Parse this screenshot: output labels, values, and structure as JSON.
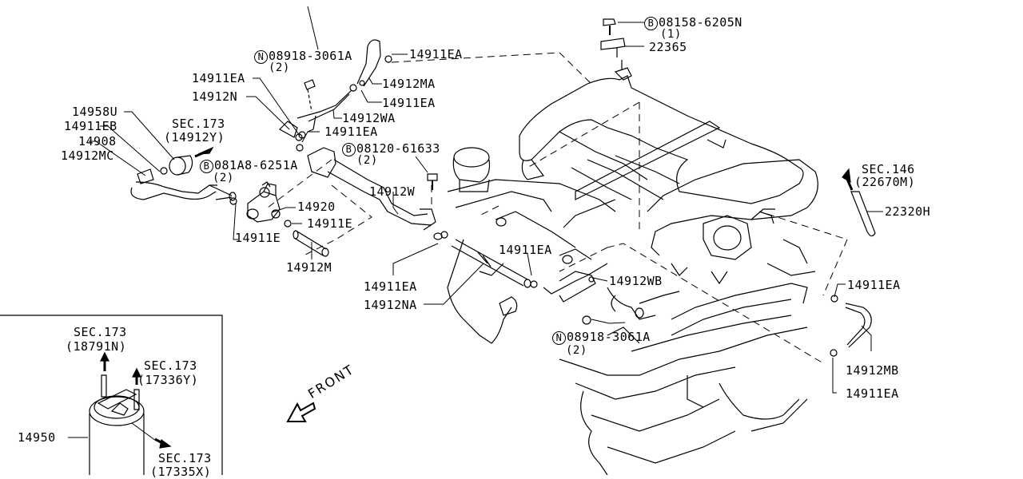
{
  "diagram": {
    "type": "exploded-parts-diagram",
    "subject": "Engine intake manifold vacuum / EVAP hose piping",
    "orientation_marker": "FRONT",
    "line_color": "#000000",
    "background": "#ffffff"
  },
  "labels": {
    "bolt_08158": {
      "prefix": "B",
      "part": "08158-6205N",
      "qty": "(1)"
    },
    "sensor_22365": {
      "part": "22365"
    },
    "nut_08918_top": {
      "prefix": "N",
      "part": "08918-3061A",
      "qty": "(2)"
    },
    "clamp_14911EA_top": {
      "part": "14911EA"
    },
    "hose_14912MA": {
      "part": "14912MA"
    },
    "clamp_14911EA_ma": {
      "part": "14911EA"
    },
    "tube_14912WA": {
      "part": "14912WA"
    },
    "clamp_14911EA_left_upper": {
      "part": "14911EA"
    },
    "hose_14912N": {
      "part": "14912N"
    },
    "clamp_14911EA_wa_low": {
      "part": "14911EA"
    },
    "bolt_08120": {
      "prefix": "B",
      "part": "08120-61633",
      "qty": "(2)"
    },
    "part_14958U": {
      "part": "14958U"
    },
    "clamp_14911EB": {
      "part": "14911EB"
    },
    "part_14908": {
      "part": "14908"
    },
    "hose_14912MC": {
      "part": "14912MC"
    },
    "sec173_14912Y": {
      "section": "SEC.173",
      "ref": "(14912Y)"
    },
    "bolt_081A8": {
      "prefix": "B",
      "part": "081A8-6251A",
      "qty": "(2)"
    },
    "valve_14920": {
      "part": "14920"
    },
    "clamp_14911E_right": {
      "part": "14911E"
    },
    "clamp_14911E_left": {
      "part": "14911E"
    },
    "hose_14912M": {
      "part": "14912M"
    },
    "tube_14912W": {
      "part": "14912W"
    },
    "clamp_14911EA_mid": {
      "part": "14911EA"
    },
    "clamp_14911EA_left_lower": {
      "part": "14911EA"
    },
    "hose_14912NA": {
      "part": "14912NA"
    },
    "tube_14912WB": {
      "part": "14912WB"
    },
    "nut_08918_bottom": {
      "prefix": "N",
      "part": "08918-3061A",
      "qty": "(2)"
    },
    "sec146_22670M": {
      "section": "SEC.146",
      "ref": "(22670M)"
    },
    "hose_22320H": {
      "part": "22320H"
    },
    "clamp_14911EA_right_upper": {
      "part": "14911EA"
    },
    "hose_14912MB": {
      "part": "14912MB"
    },
    "clamp_14911EA_right_lower": {
      "part": "14911EA"
    },
    "inset": {
      "canister_14950": {
        "part": "14950"
      },
      "sec173_18791N": {
        "section": "SEC.173",
        "ref": "(18791N)"
      },
      "sec173_17336Y": {
        "section": "SEC.173",
        "ref": "(17336Y)"
      },
      "sec173_17335X": {
        "section": "SEC.173",
        "ref": "(17335X)"
      }
    }
  }
}
